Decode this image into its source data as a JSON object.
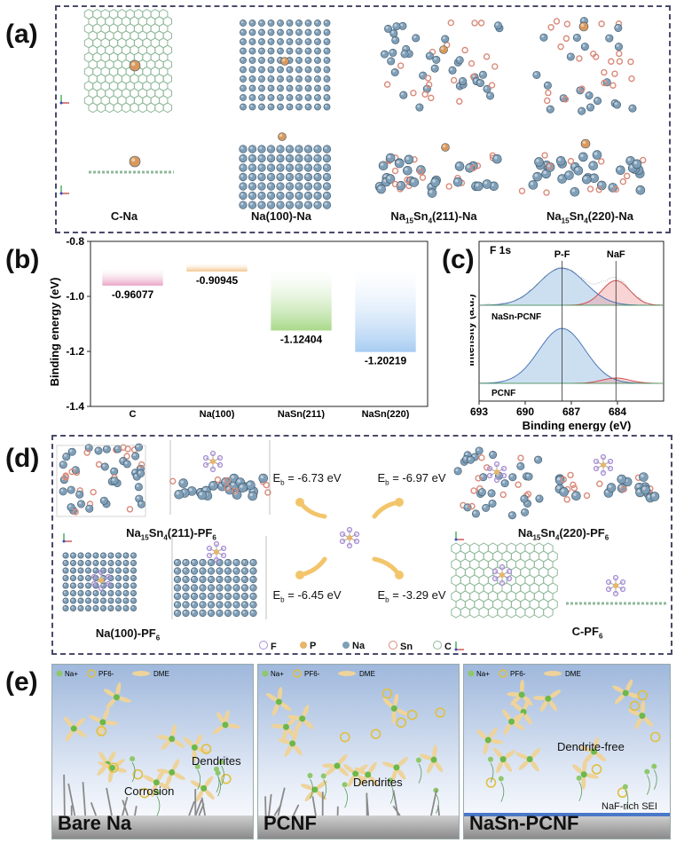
{
  "panel_labels": {
    "a": "(a)",
    "b": "(b)",
    "c": "(c)",
    "d": "(d)",
    "e": "(e)"
  },
  "a": {
    "captions": {
      "c_na": "C-Na",
      "na100": "Na(100)-Na",
      "nasn211": [
        "Na",
        "15",
        "Sn",
        "4",
        "(211)-Na"
      ],
      "nasn220": [
        "Na",
        "15",
        "Sn",
        "4",
        "(220)-Na"
      ]
    }
  },
  "b": {
    "ylabel": "Binding energy (eV)",
    "yticks": [
      "-0.8",
      "-1.0",
      "-1.2",
      "-1.4"
    ]
  },
  "chart_data": [
    {
      "type": "bar",
      "categories": [
        "C",
        "Na(100)",
        "NaSn(211)",
        "NaSn(220)"
      ],
      "values": [
        -0.96077,
        -0.90945,
        -1.12404,
        -1.20219
      ],
      "value_labels": [
        "-0.96077",
        "-0.90945",
        "-1.12404",
        "-1.20219"
      ],
      "ylabel": "Binding energy (eV)",
      "ylim": [
        -1.4,
        -0.8
      ],
      "colors": [
        "#e9a4c6",
        "#f2c48a",
        "#a8d98a",
        "#a8cdf2"
      ]
    },
    {
      "type": "line",
      "title": "F 1s",
      "xlabel": "Binding energy (eV)",
      "ylabel": "Intensity (a.u.)",
      "x_ticks": [
        "693",
        "690",
        "687",
        "684"
      ],
      "xlim": [
        693,
        681
      ],
      "peak_labels": [
        "P-F",
        "NaF"
      ],
      "peak_positions": [
        687.6,
        684.1
      ],
      "series": [
        {
          "name": "NaSn-PCNF"
        },
        {
          "name": "PCNF"
        }
      ]
    }
  ],
  "d": {
    "captions": {
      "nasn211": [
        "Na",
        "15",
        "Sn",
        "4",
        "(211)-PF",
        "6"
      ],
      "nasn220": [
        "Na",
        "15",
        "Sn",
        "4",
        "(220)-PF",
        "6"
      ],
      "na100": [
        "Na(100)-PF",
        "6"
      ],
      "c": [
        "C-PF",
        "6"
      ]
    },
    "energies": [
      {
        "pre": "E",
        "sub": "b",
        "val": " = -6.73 eV"
      },
      {
        "pre": "E",
        "sub": "b",
        "val": " = -6.97 eV"
      },
      {
        "pre": "E",
        "sub": "b",
        "val": " = -6.45 eV"
      },
      {
        "pre": "E",
        "sub": "b",
        "val": " = -3.29 eV"
      }
    ],
    "legend": [
      "F",
      "P",
      "Na",
      "Sn",
      "C"
    ],
    "colors": {
      "F": "#a98fd8",
      "P": "#e8b56a",
      "Na": "#7f9fb8",
      "Sn": "#d98a7a",
      "C": "#8fb89a"
    }
  },
  "e": {
    "legend": {
      "na": "Na",
      "na_sup": "+",
      "pf": "PF",
      "pf_sub": "6",
      "pf_sup": "-",
      "dme": "DME"
    },
    "panels": [
      {
        "label": "Bare Na",
        "notes": [
          "Dendrites",
          "Corrosion"
        ]
      },
      {
        "label": "PCNF",
        "notes": [
          "Dendrites"
        ]
      },
      {
        "label": "NaSn-PCNF",
        "notes": [
          "Dendrite-free",
          "NaF-rich SEI"
        ]
      }
    ]
  }
}
